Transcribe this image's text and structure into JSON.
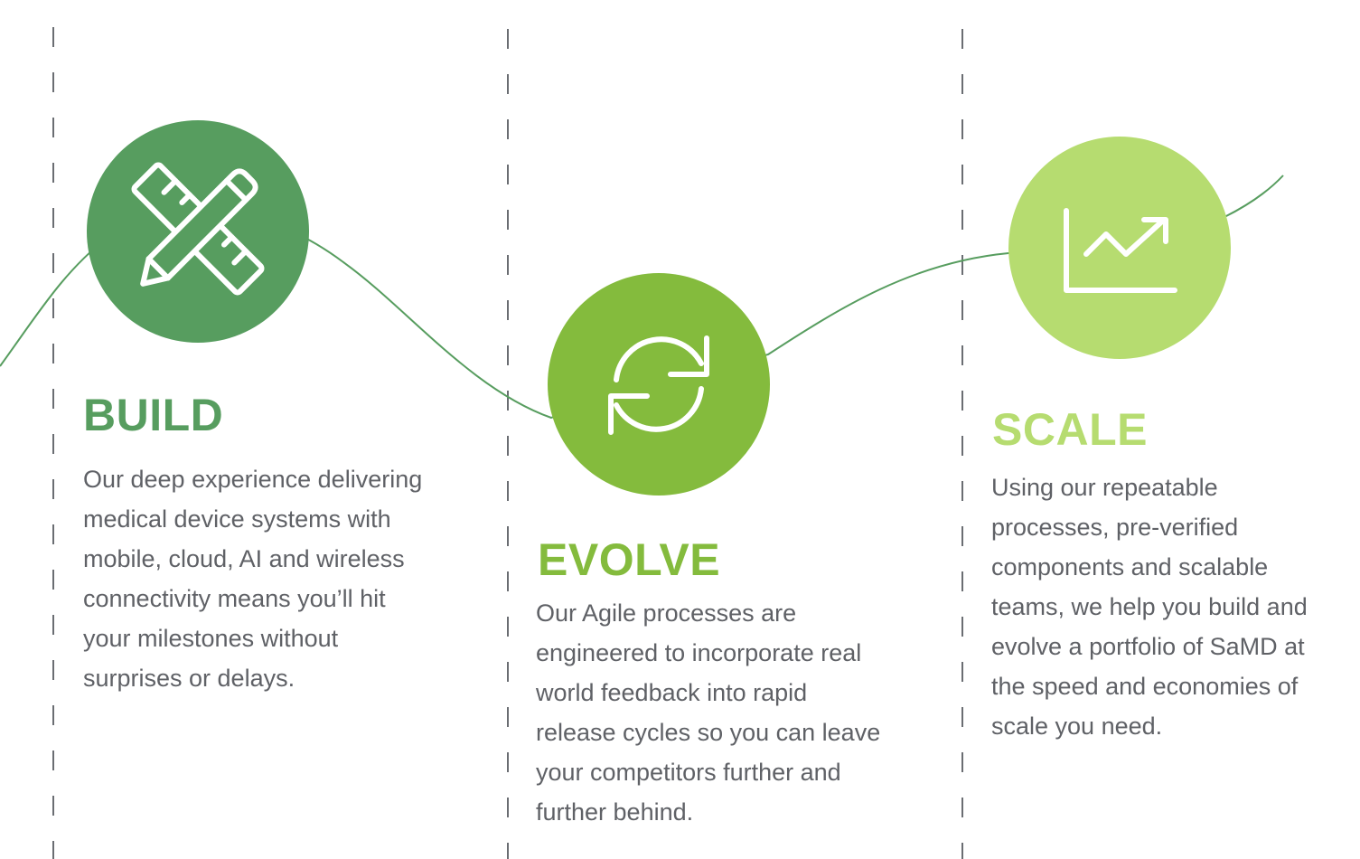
{
  "colors": {
    "build": "#579d5f",
    "evolve": "#84bb3d",
    "scale": "#b6dc70",
    "wave": "#579d5f",
    "divider": "#6a6d72",
    "body_text": "#5f6166"
  },
  "stages": {
    "build": {
      "icon": "pencil-ruler-icon",
      "title": "BUILD",
      "lines": [
        "Our deep experience delivering",
        "medical device systems with",
        "mobile, cloud, AI and wireless",
        "connectivity means you’ll hit",
        "your milestones without",
        "surprises or delays."
      ]
    },
    "evolve": {
      "icon": "refresh-arrows-icon",
      "title": "EVOLVE",
      "lines": [
        "Our Agile processes are",
        "engineered to incorporate real",
        "world feedback into rapid",
        "release cycles so you can leave",
        "your competitors further and",
        "further behind."
      ]
    },
    "scale": {
      "icon": "growth-chart-icon",
      "title": "SCALE",
      "lines": [
        "Using our repeatable",
        "processes, pre-verified",
        "components and scalable",
        "teams, we help you build and",
        "evolve a portfolio of SaMD at",
        "the speed and economies of",
        "scale you need."
      ]
    }
  }
}
